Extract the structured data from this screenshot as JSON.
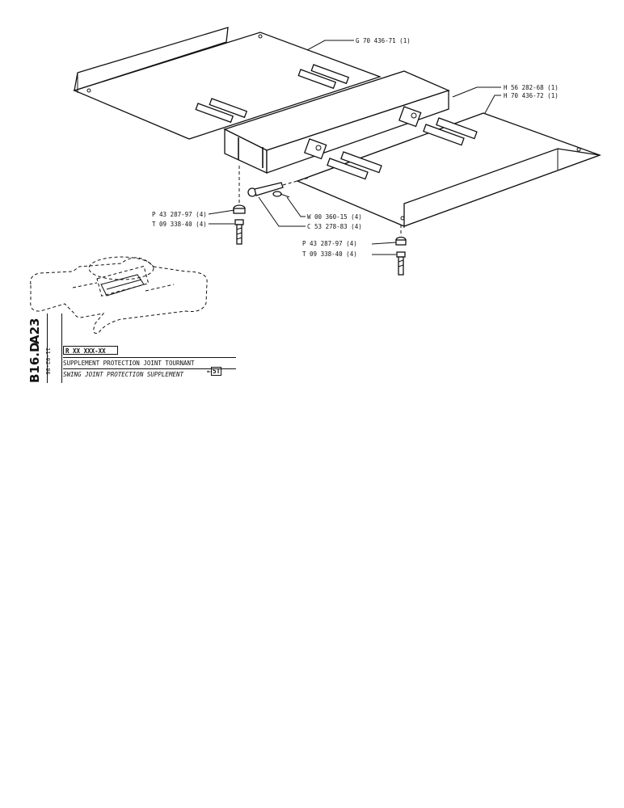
{
  "labels": {
    "plate_left": "G 70 436-71 (1)",
    "channel": "H 56 282-68 (1)",
    "plate_right": "H 70 436-72 (1)",
    "washer_left": "P 43 287-97 (4)",
    "bolt_left": "T 09 338-40 (4)",
    "split_pin": "W 00 360-15 (4)",
    "pin": "C 53 278-83 (4)",
    "washer_right": "P 43 287-97 (4)",
    "bolt_right": "T 09 338-40 (4)"
  },
  "title_block": {
    "code_a": "A23",
    "code_b": "B16.D",
    "date": "11-02-86",
    "ref": "R XX XXX-XX",
    "title_fr": "SUPPLEMENT PROTECTION JOINT TOURNANT",
    "title_en": "SWING JOINT PROTECTION SUPPLEMENT",
    "page_ref": "5T"
  }
}
